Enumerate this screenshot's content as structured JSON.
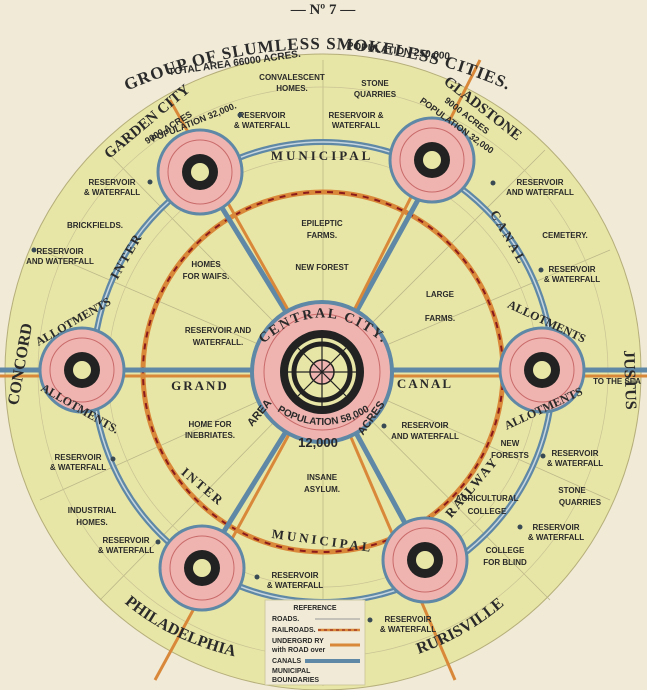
{
  "plate_no": "— Nº 7 —",
  "title": "GROUP OF SLUMLESS SMOKELESS CITIES.",
  "subtitle_area": "TOTAL AREA 66000 ACRES.",
  "subtitle_pop": "POPULATION 250,000",
  "colors": {
    "land": "#e8e6a6",
    "paper": "#f0ead6",
    "canal": "#5f88a6",
    "rail": "#d9883a",
    "rail_dash": "#8b1a1a",
    "pink": "#efb4b0",
    "dark": "#222222"
  },
  "cities": {
    "central": [
      "CENTRAL",
      "CITY."
    ],
    "central_pop": "POPULATION 58,000",
    "central_area": [
      "AREA",
      "12,000",
      "ACRES"
    ],
    "garden_name": "GARDEN CITY",
    "garden_acres": "9000 ACRES",
    "garden_pop": "POPULATION 32,000.",
    "gladstone_name": "GLADSTONE",
    "gladstone_acres": "9000 ACRES",
    "gladstone_pop": "POPULATION 32,000",
    "concord": "CONCORD",
    "justus": "JUSTUS",
    "philadelphia": "PHILADELPHIA",
    "rurisville": "RURISVILLE"
  },
  "bands": {
    "municipal_top": "MUNICIPAL",
    "municipal_bottom": "MUNICIPAL",
    "inter_left": "INTER",
    "inter_bottom": "INTER",
    "canal_right": "CANAL",
    "railway": "RAILWAY",
    "grand": "GRAND",
    "canal_center": "CANAL",
    "allotments": [
      "ALLOTMENTS",
      "ALLOTMENTS.",
      "ALLOTMENTS",
      "ALLOTMENTS"
    ]
  },
  "features": {
    "convalescent": [
      "CONVALESCENT",
      "HOMES."
    ],
    "stone_quarries_top": [
      "STONE",
      "QUARRIES"
    ],
    "res_waterfall_1": [
      "RESERVOIR",
      "& WATERFALL"
    ],
    "res_waterfall_2": [
      "RESERVOIR &",
      "WATERFALL"
    ],
    "res_waterfall_3": [
      "RESERVOIR",
      "& WATERFALL"
    ],
    "res_waterfall_4": [
      "RESERVOIR",
      "AND WATERFALL"
    ],
    "brickfields": "BRICKFIELDS.",
    "res_waterfall_5": [
      "RESERVOIR",
      "AND WATERFALL"
    ],
    "cemetery": "CEMETERY.",
    "res_waterfall_6": [
      "RESERVOIR",
      "& WATERFALL"
    ],
    "epileptic": [
      "EPILEPTIC",
      "FARMS."
    ],
    "new_forest": "NEW FOREST",
    "homes_waifs": [
      "HOMES",
      "FOR WAIFS."
    ],
    "large_farms": [
      "LARGE",
      "FARMS."
    ],
    "res_waterfall_c": [
      "RESERVOIR AND",
      "WATERFALL."
    ],
    "to_sea": "TO THE SEA",
    "home_inebriates": [
      "HOME FOR",
      "INEBRIATES."
    ],
    "res_waterfall_7": [
      "RESERVOIR",
      "AND WATERFALL"
    ],
    "new_forests": [
      "NEW",
      "FORESTS"
    ],
    "res_waterfall_8": [
      "RESERVOIR",
      "& WATERFALL"
    ],
    "insane": [
      "INSANE",
      "ASYLUM."
    ],
    "res_waterfall_9": [
      "RESERVOIR",
      "& WATERFALL"
    ],
    "stone_quarries_bottom": [
      "STONE",
      "QUARRIES"
    ],
    "agricultural": [
      "AGRICULTURAL",
      "COLLEGE"
    ],
    "industrial": [
      "INDUSTRIAL",
      "HOMES."
    ],
    "res_waterfall_10": [
      "RESERVOIR",
      "& WATERFALL"
    ],
    "res_waterfall_11": [
      "RESERVOIR",
      "& WATERFALL"
    ],
    "college_blind": [
      "COLLEGE",
      "FOR BLIND"
    ],
    "res_waterfall_12": [
      "RESERVOIR",
      "& WATERFALL"
    ],
    "res_waterfall_13": [
      "RESERVOIR",
      "& WATERFALL"
    ]
  },
  "legend": {
    "heading": "REFERENCE",
    "roads": "ROADS.",
    "railroads": "RAILROADS.",
    "underground": [
      "UNDERGRD RY",
      "with ROAD over"
    ],
    "canals": "CANALS",
    "municipal": [
      "MUNICIPAL",
      "BOUNDARIES"
    ]
  }
}
